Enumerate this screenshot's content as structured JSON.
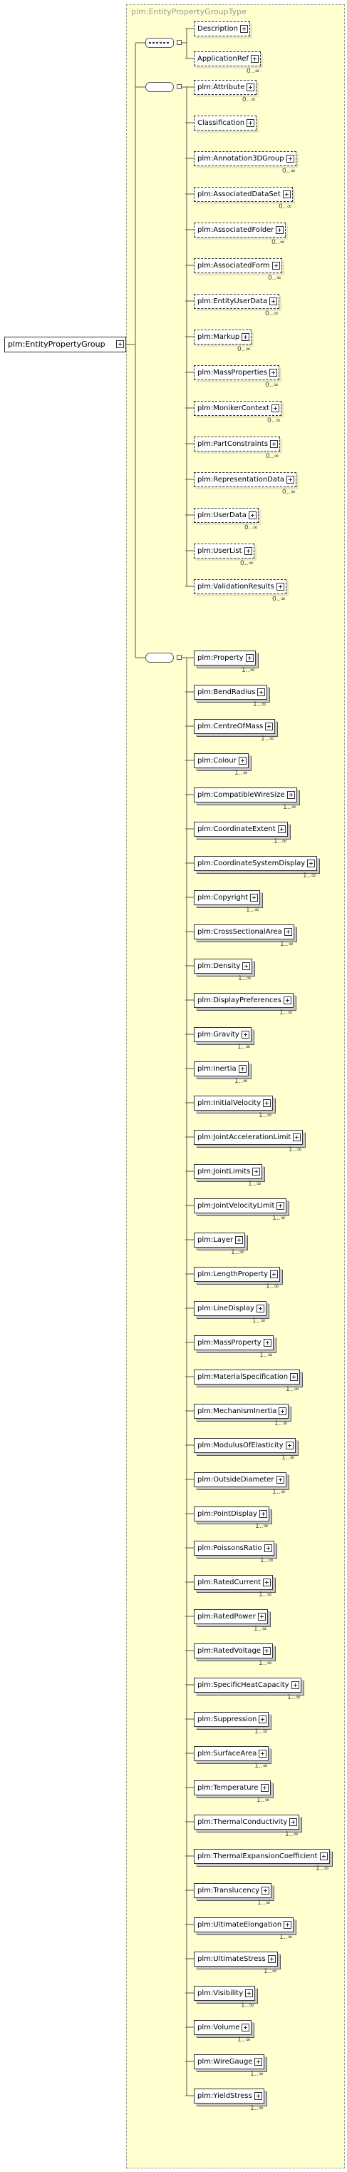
{
  "diagram": {
    "type_name": "plm:EntityPropertyGroupType",
    "root_element": "plm:EntityPropertyGroup",
    "sequence_1": {
      "items": [
        {
          "label": "Description",
          "card": ""
        },
        {
          "label": "ApplicationRef",
          "card": "0..∞"
        }
      ]
    },
    "choice_2": {
      "items": [
        {
          "label": "plm:Attribute",
          "card": "0..∞"
        },
        {
          "label": "Classification",
          "card": ""
        },
        {
          "label": "plm:Annotation3DGroup",
          "card": "0..∞"
        },
        {
          "label": "plm:AssociatedDataSet",
          "card": "0..∞"
        },
        {
          "label": "plm:AssociatedFolder",
          "card": "0..∞"
        },
        {
          "label": "plm:AssociatedForm",
          "card": "0..∞"
        },
        {
          "label": "plm:EntityUserData",
          "card": "0..∞"
        },
        {
          "label": "plm:Markup",
          "card": "0..∞"
        },
        {
          "label": "plm:MassProperties",
          "card": "0..∞"
        },
        {
          "label": "plm:MonikerContext",
          "card": "0..∞"
        },
        {
          "label": "plm:PartConstraints",
          "card": "0..∞"
        },
        {
          "label": "plm:RepresentationData",
          "card": "0..∞"
        },
        {
          "label": "plm:UserData",
          "card": "0..∞"
        },
        {
          "label": "plm:UserList",
          "card": "0..∞"
        },
        {
          "label": "plm:ValidationResults",
          "card": "0..∞"
        }
      ]
    },
    "choice_3": {
      "items": [
        {
          "label": "plm:Property",
          "card": "1..∞"
        },
        {
          "label": "plm:BendRadius",
          "card": "1..∞"
        },
        {
          "label": "plm:CentreOfMass",
          "card": "1..∞"
        },
        {
          "label": "plm:Colour",
          "card": "1..∞"
        },
        {
          "label": "plm:CompatibleWireSize",
          "card": "1..∞"
        },
        {
          "label": "plm:CoordinateExtent",
          "card": "1..∞"
        },
        {
          "label": "plm:CoordinateSystemDisplay",
          "card": "1..∞"
        },
        {
          "label": "plm:Copyright",
          "card": "1..∞"
        },
        {
          "label": "plm:CrossSectionalArea",
          "card": "1..∞"
        },
        {
          "label": "plm:Density",
          "card": "1..∞"
        },
        {
          "label": "plm:DisplayPreferences",
          "card": "1..∞"
        },
        {
          "label": "plm:Gravity",
          "card": "1..∞"
        },
        {
          "label": "plm:Inertia",
          "card": "1..∞"
        },
        {
          "label": "plm:InitialVelocity",
          "card": "1..∞"
        },
        {
          "label": "plm:JointAccelerationLimit",
          "card": "1..∞"
        },
        {
          "label": "plm:JointLimits",
          "card": "1..∞"
        },
        {
          "label": "plm:JointVelocityLimit",
          "card": "1..∞"
        },
        {
          "label": "plm:Layer",
          "card": "1..∞"
        },
        {
          "label": "plm:LengthProperty",
          "card": "1..∞"
        },
        {
          "label": "plm:LineDisplay",
          "card": "1..∞"
        },
        {
          "label": "plm:MassProperty",
          "card": "1..∞"
        },
        {
          "label": "plm:MaterialSpecification",
          "card": "1..∞"
        },
        {
          "label": "plm:MechanismInertia",
          "card": "1..∞"
        },
        {
          "label": "plm:ModulusOfElasticity",
          "card": "1..∞"
        },
        {
          "label": "plm:OutsideDiameter",
          "card": "1..∞"
        },
        {
          "label": "plm:PointDisplay",
          "card": "1..∞"
        },
        {
          "label": "plm:PoissonsRatio",
          "card": "1..∞"
        },
        {
          "label": "plm:RatedCurrent",
          "card": "1..∞"
        },
        {
          "label": "plm:RatedPower",
          "card": "1..∞"
        },
        {
          "label": "plm:RatedVoltage",
          "card": "1..∞"
        },
        {
          "label": "plm:SpecificHeatCapacity",
          "card": "1..∞"
        },
        {
          "label": "plm:Suppression",
          "card": "1..∞"
        },
        {
          "label": "plm:SurfaceArea",
          "card": "1..∞"
        },
        {
          "label": "plm:Temperature",
          "card": "1..∞"
        },
        {
          "label": "plm:ThermalConductivity",
          "card": "1..∞"
        },
        {
          "label": "plm:ThermalExpansionCoefficient",
          "card": "1..∞"
        },
        {
          "label": "plm:Translucency",
          "card": "1..∞"
        },
        {
          "label": "plm:UltimateElongation",
          "card": "1..∞"
        },
        {
          "label": "plm:UltimateStress",
          "card": "1..∞"
        },
        {
          "label": "plm:Visibility",
          "card": "1..∞"
        },
        {
          "label": "plm:Volume",
          "card": "1..∞"
        },
        {
          "label": "plm:WireGauge",
          "card": "1..∞"
        },
        {
          "label": "plm:YieldStress",
          "card": "1..∞"
        }
      ]
    }
  },
  "colors": {
    "type_fill": "#ffffd0",
    "border": "#333333",
    "dashed_border": "#9a9a9a"
  }
}
